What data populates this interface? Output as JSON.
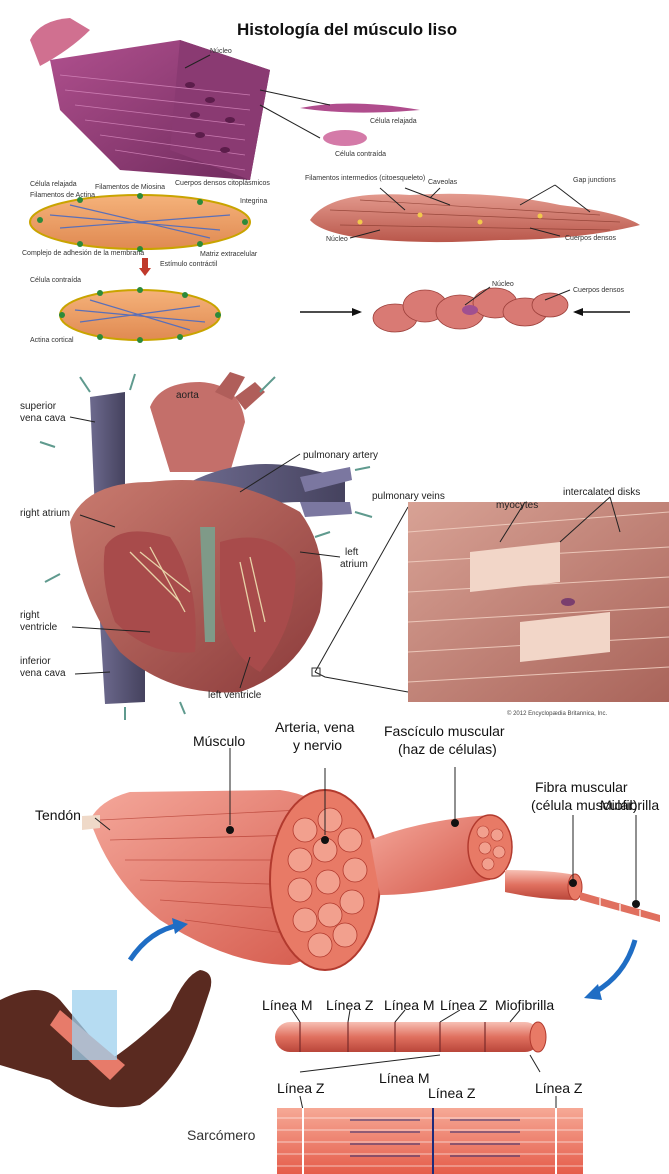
{
  "smooth_panel": {
    "title": "Histología del músculo liso",
    "labels": {
      "nucleo_top": "Núcleo",
      "relaxed_cell": "Célula relajada",
      "contracted_cell": "Célula contraída",
      "cel_relajada": "Célula relajada",
      "filamentos_actina": "Filamentos de Actina",
      "filamento_miosina": "Filamentos de Miosina",
      "cuerpos_densos_cito": "Cuerpos densos citoplásmicos",
      "integrina": "Integrina",
      "complejo": "Complejo de adhesión de la membrana",
      "matriz": "Matriz extracelular",
      "estimulo": "Estímulo contráctil",
      "cel_contraida": "Célula contraída",
      "actina_cortical": "Actina cortical",
      "filamentos_intermedios": "Filamentos intermedios (citoesqueleto)",
      "caveolas": "Caveolas",
      "gap": "Gap junctions",
      "nucleo_mid": "Núcleo",
      "cuerpos_densos_mid": "Cuerpos densos",
      "nucleo_low": "Núcleo",
      "cuerpos_densos_low": "Cuerpos densos"
    }
  },
  "heart_panel": {
    "labels": {
      "superior_vena_cava": [
        "superior",
        "vena cava"
      ],
      "aorta": "aorta",
      "pulmonary_artery": "pulmonary artery",
      "pulmonary_veins": "pulmonary veins",
      "myocytes": "myocytes",
      "intercalated_disks": "intercalated disks",
      "right_atrium": "right atrium",
      "left_atrium": [
        "left",
        "atrium"
      ],
      "right_ventricle": [
        "right",
        "ventricle"
      ],
      "inferior_vena_cava": [
        "inferior",
        "vena cava"
      ],
      "left_ventricle": "left ventricle"
    },
    "credit": "© 2012 Encyclopædia Britannica, Inc."
  },
  "skeletal_panel": {
    "labels": {
      "musculo": "Músculo",
      "arteria": [
        "Arteria, vena",
        "y nervio"
      ],
      "fasciculo": [
        "Fascículo muscular",
        "(haz de células)"
      ],
      "tendon": "Tendón",
      "fibra": [
        "Fibra muscular",
        "(célula muscular)"
      ],
      "miofibrilla_top": "Miofibrilla",
      "linea_m1": "Línea M",
      "linea_z1": "Línea Z",
      "linea_m2": "Línea M",
      "linea_z2": "Línea Z",
      "miofibrilla_mid": "Miofibrilla",
      "linea_m_low": "Línea M",
      "linea_z_left": "Línea Z",
      "linea_z_mid": "Línea Z",
      "linea_z_right": "Línea Z",
      "sarcomero": "Sarcómero"
    }
  }
}
